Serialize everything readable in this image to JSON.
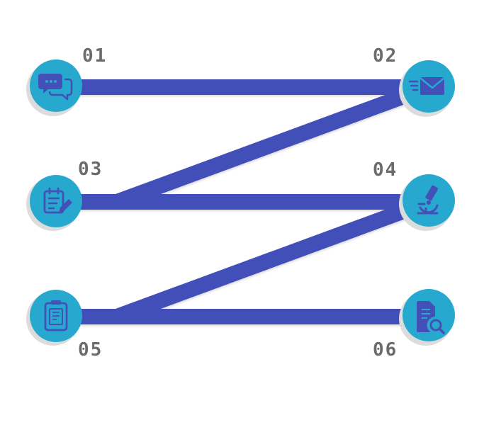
{
  "colors": {
    "line": "#4350b8",
    "circle": "#27a9cf",
    "icon": "#4350b8",
    "number": "#6b6b6b",
    "shadow": "#dcdcdc"
  },
  "steps": [
    {
      "number": "01",
      "icon": "chat-bubbles-icon"
    },
    {
      "number": "02",
      "icon": "mail-icon"
    },
    {
      "number": "03",
      "icon": "clipboard-edit-icon"
    },
    {
      "number": "04",
      "icon": "microscope-icon"
    },
    {
      "number": "05",
      "icon": "clipboard-document-icon"
    },
    {
      "number": "06",
      "icon": "document-search-icon"
    }
  ]
}
